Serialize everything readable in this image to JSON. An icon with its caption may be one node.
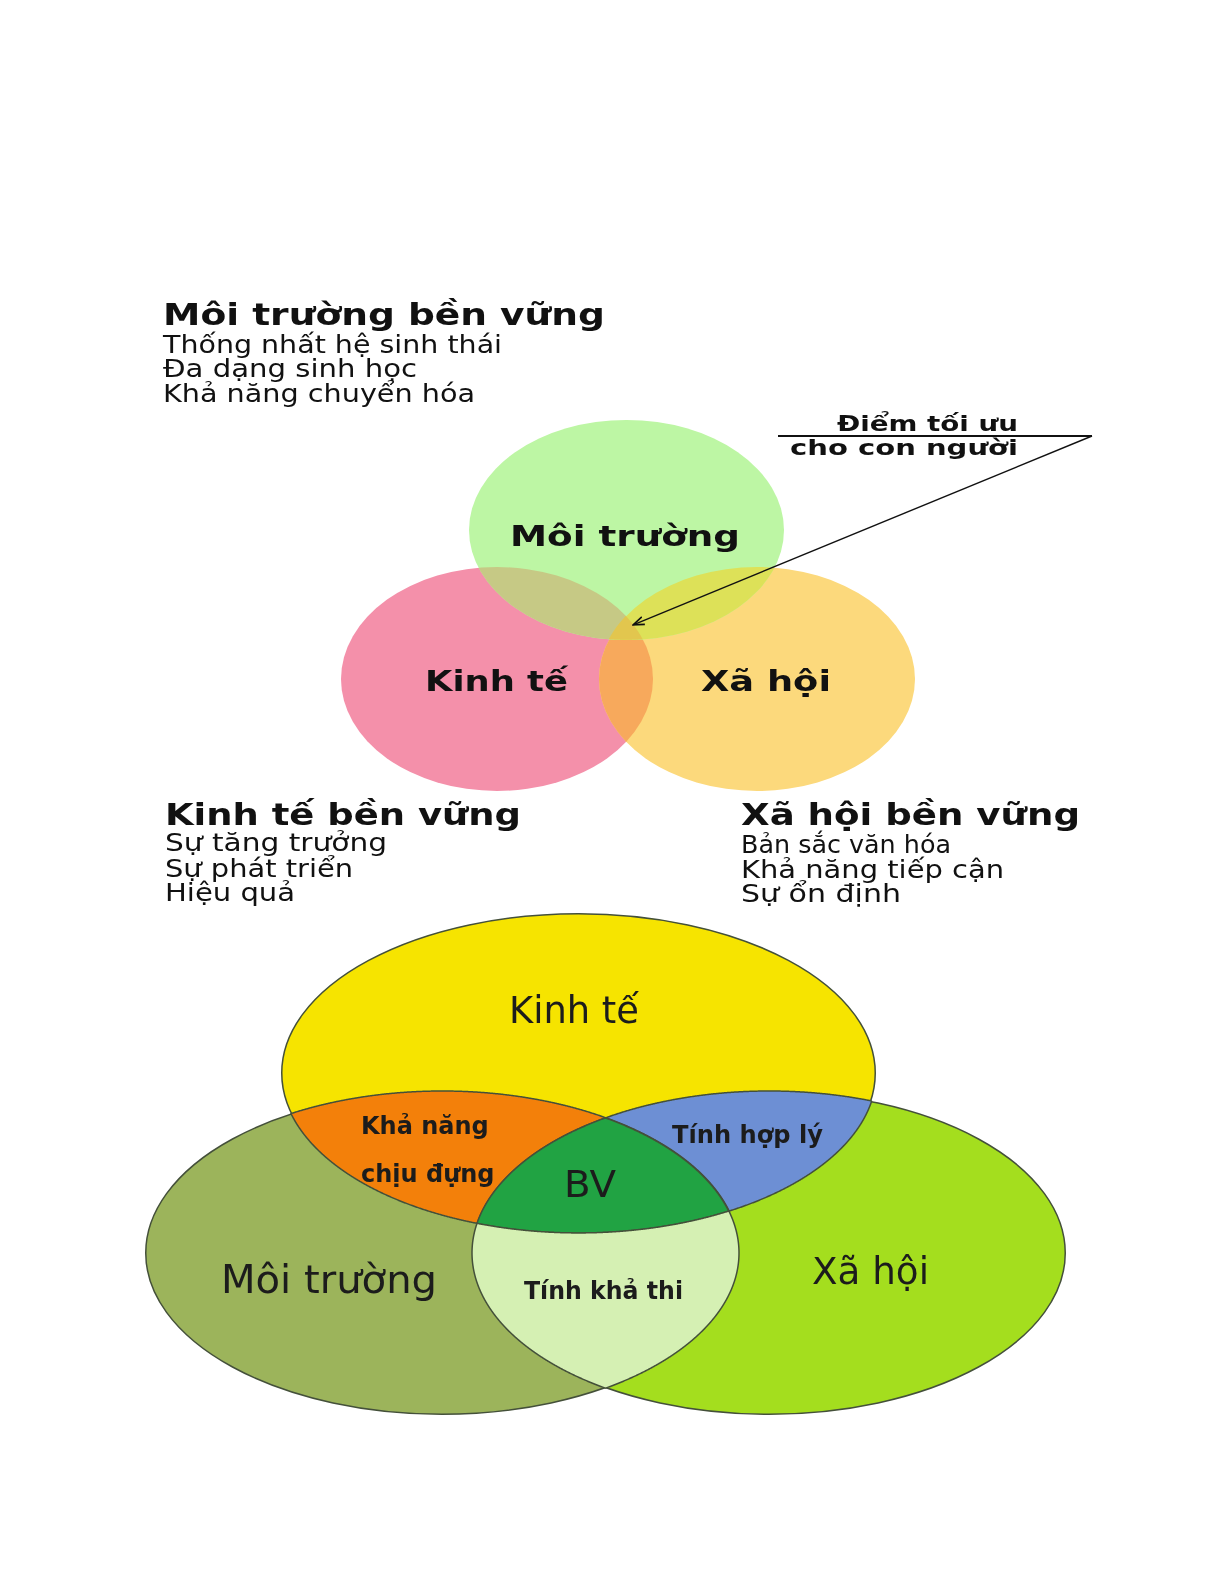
{
  "diagram": {
    "nodes": [
      {
        "text": [
          "Điểm tối ưu",
          "cho con người"
        ]
      },
      {
        "text": [
          "Môi trường"
        ]
      },
      {
        "text": [
          "Kinh tế"
        ]
      },
      {
        "text": [
          "Xã hội"
        ]
      },
      {
        "text": [],
        "shape": "triangle"
      },
      {
        "text": [
          "Kinh tế"
        ]
      },
      {
        "text": [
          "Khả năng chịu đựng"
        ]
      },
      {
        "text": [
          "Tính hợp lý"
        ]
      },
      {
        "text": [
          "BV"
        ]
      },
      {
        "text": [
          "Môi trường"
        ]
      },
      {
        "text": [
          "Tính khả thi"
        ]
      },
      {
        "text": [
          "Xã hội"
        ]
      }
    ],
    "edges": [
      {
        "from": 0,
        "to": 4,
        "arrow": "to"
      }
    ],
    "labels": [
      "Môi trường bền vững",
      "Thống nhất hệ sinh thái",
      "Đa dạng sinh học",
      "Khả năng chuyển hóa",
      "Kinh tế bền vững",
      "Sự tăng trưởng",
      "Sự phát triển",
      "Hiệu quả",
      "Xã hội bền vững",
      "Bản sắc văn hóa",
      "Khả năng tiếp cận",
      "Sự ổn định"
    ]
  }
}
